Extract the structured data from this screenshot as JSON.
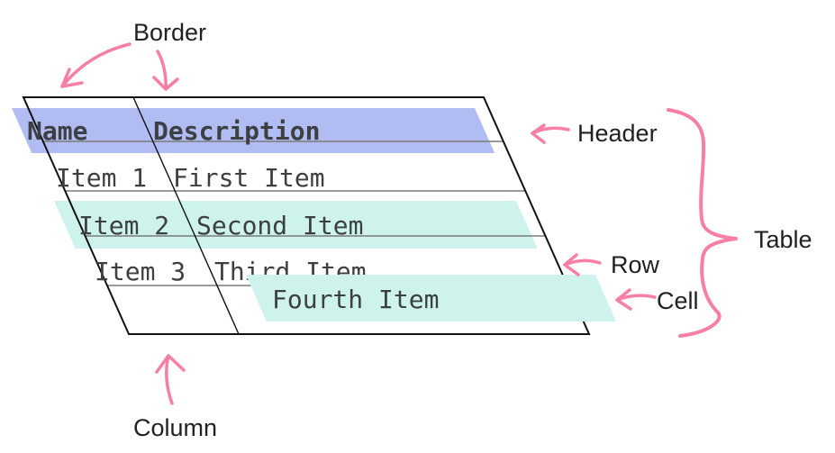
{
  "diagram": {
    "annotations": {
      "border": "Border",
      "header": "Header",
      "row": "Row",
      "cell": "Cell",
      "table": "Table",
      "column": "Column"
    },
    "table": {
      "headers": [
        "Name",
        "Description"
      ],
      "rows": [
        {
          "name": "Item 1",
          "description": "First Item"
        },
        {
          "name": "Item 2",
          "description": "Second Item"
        },
        {
          "name": "Item 3",
          "description": "Third Item"
        },
        {
          "name": "",
          "description": "Fourth Item"
        }
      ]
    },
    "colors": {
      "header_highlight": "#b1bdf2",
      "row_highlight": "#cdf3ec",
      "cell_highlight": "#cdf3ec",
      "annotation_pink": "#f77fa6",
      "table_border": "#111111",
      "grid_line": "#7a7a7a",
      "table_text": "#3c4043",
      "label_text": "#212121",
      "background": "#ffffff"
    }
  }
}
